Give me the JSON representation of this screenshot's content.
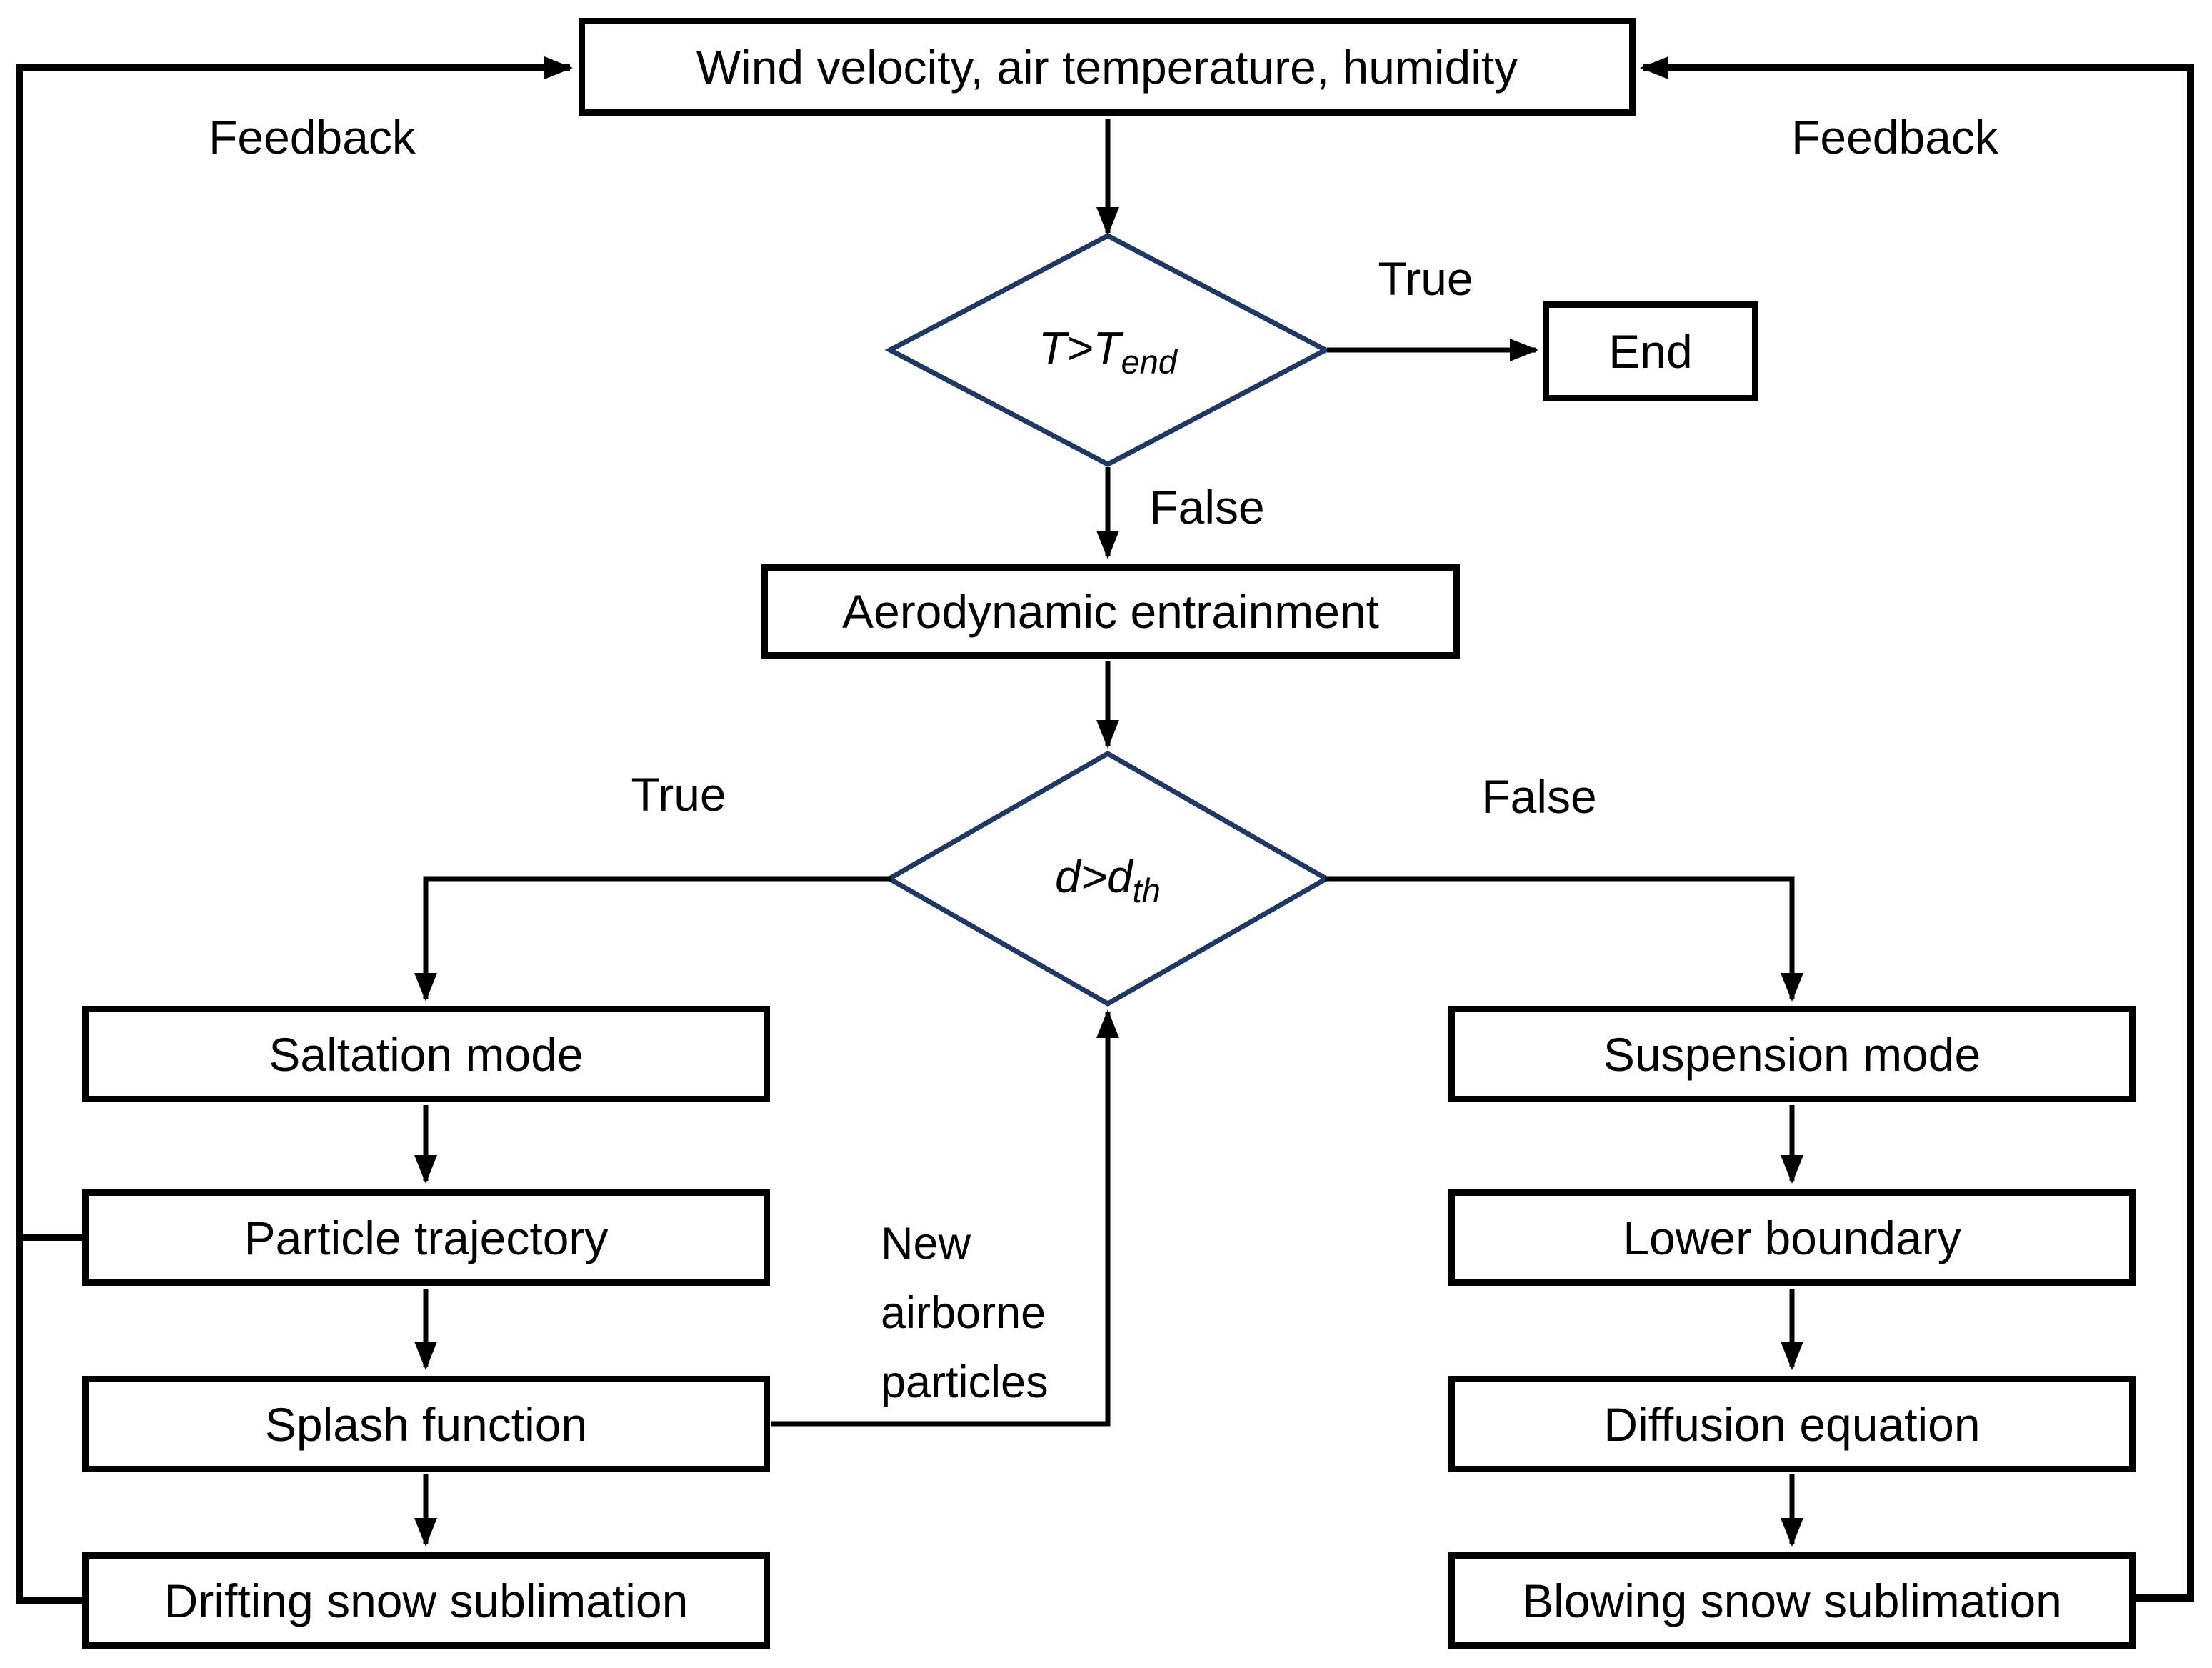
{
  "colors": {
    "accent": "#1f3864",
    "line": "#000000",
    "background": "#ffffff"
  },
  "nodes": {
    "start": "Wind velocity, air temperature, humidity",
    "end": "End",
    "aerodynamic": "Aerodynamic entrainment",
    "saltation": "Saltation mode",
    "particle": "Particle trajectory",
    "splash": "Splash function",
    "drifting": "Drifting snow sublimation",
    "suspension": "Suspension mode",
    "lower": "Lower boundary",
    "diffusion": "Diffusion equation",
    "blowing": "Blowing snow sublimation"
  },
  "decisions": {
    "temperature": {
      "base": "T>T",
      "sub": "end"
    },
    "diameter": {
      "base": "d>d",
      "sub": "th"
    }
  },
  "edge_labels": {
    "true_temperature": "True",
    "false_temperature": "False",
    "true_diameter": "True",
    "false_diameter": "False",
    "feedback_left": "Feedback",
    "feedback_right": "Feedback",
    "new_airborne": [
      "New",
      "airborne",
      "particles"
    ]
  }
}
